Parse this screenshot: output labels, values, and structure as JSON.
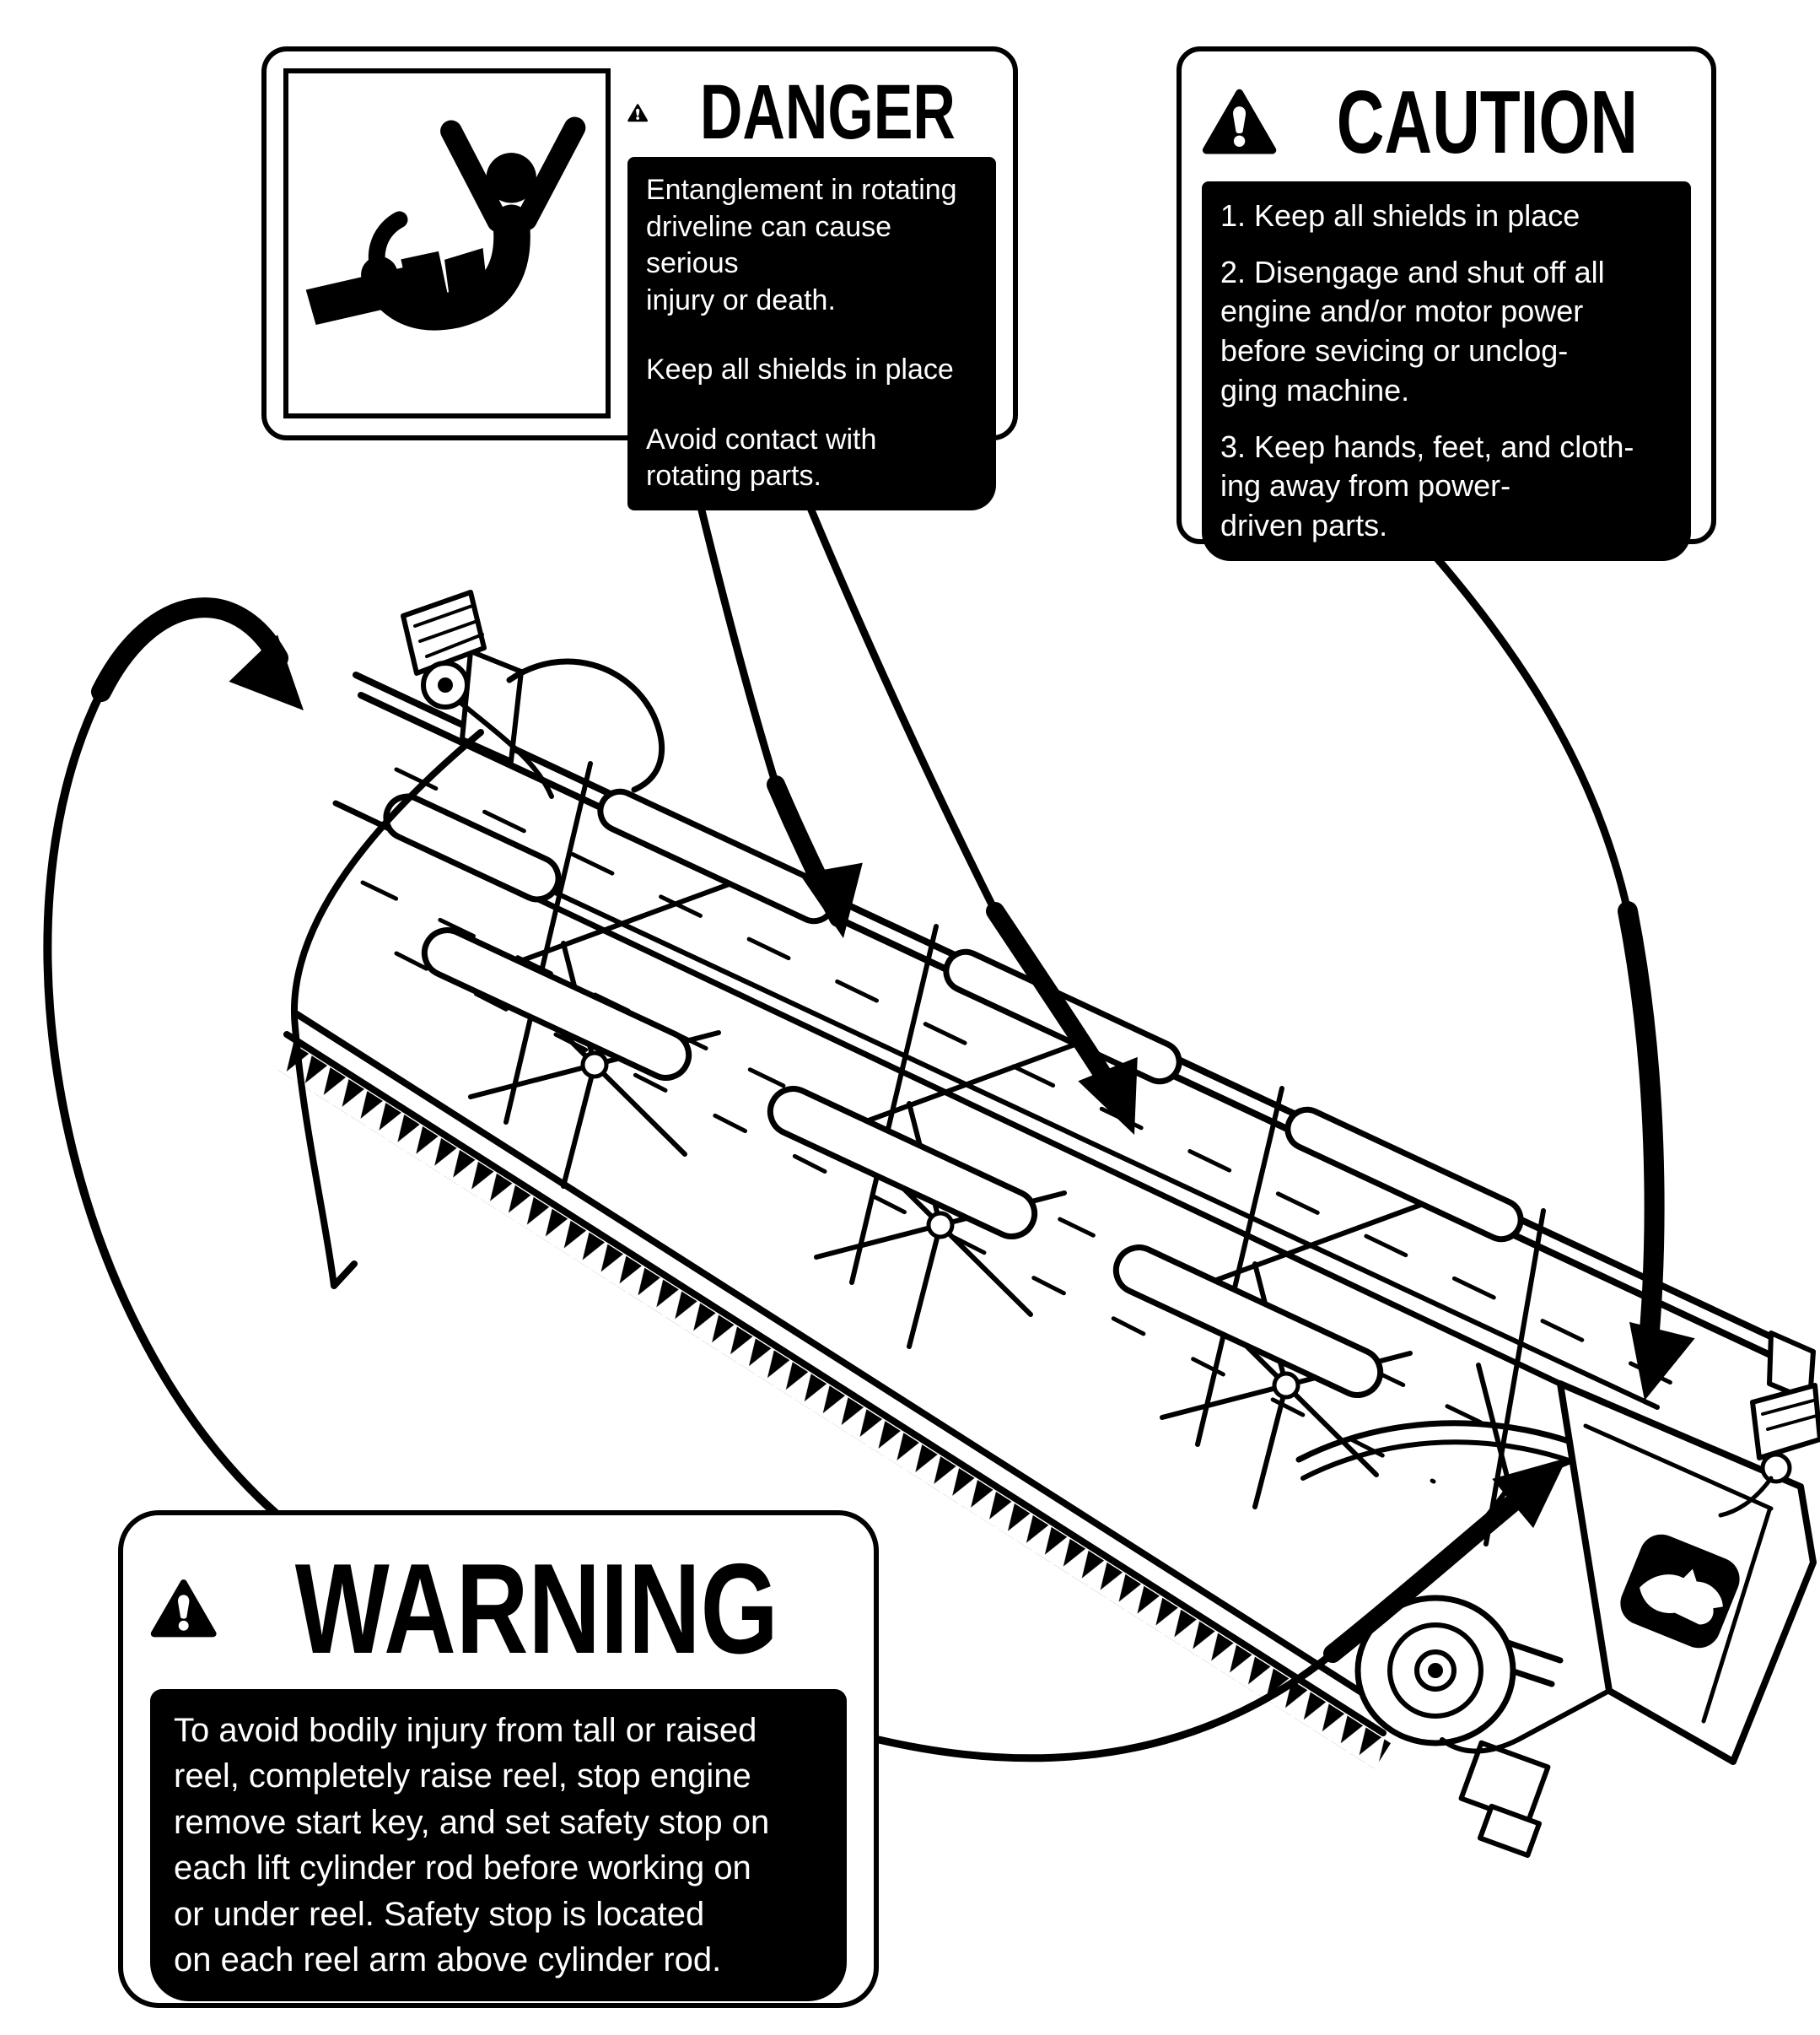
{
  "page": {
    "background": "#ffffff",
    "ink": "#000000"
  },
  "danger_label": {
    "title": "DANGER",
    "icon": "warning-triangle-icon",
    "pictogram": "driveline-entanglement-pictogram",
    "lines": [
      "Entanglement in rotating",
      "driveline can cause serious",
      "injury or death.",
      "Keep all shields in place",
      "Avoid contact with",
      "rotating parts."
    ]
  },
  "caution_label": {
    "title": "CAUTION",
    "icon": "warning-triangle-icon",
    "lines": [
      "1. Keep all shields in place",
      "2. Disengage and shut off all",
      "engine and/or motor power",
      "before sevicing or unclog-",
      "ging machine.",
      "3. Keep hands, feet, and cloth-",
      "ing away from power-",
      "driven parts."
    ]
  },
  "warning_label": {
    "title": "WARNING",
    "icon": "warning-triangle-icon",
    "lines": [
      "To avoid bodily injury from tall or raised",
      "reel, completely raise reel, stop engine",
      "remove start key, and set safety stop on",
      "each lift cylinder rod before working on",
      "or under reel. Safety stop is located",
      "on each reel arm above cylinder rod."
    ]
  },
  "figure": {
    "machine": "combine-grain-header-with-pickup-reel",
    "brand_badge": "john-deere-logo",
    "arrows": [
      {
        "from": "danger-label",
        "to": "reel-driveline-left"
      },
      {
        "from": "danger-label",
        "to": "reel-driveline-center"
      },
      {
        "from": "caution-label",
        "to": "header-right-end"
      },
      {
        "from": "warning-label",
        "to": "left-reel-arm"
      },
      {
        "from": "warning-label",
        "to": "right-reel-arm"
      }
    ]
  }
}
